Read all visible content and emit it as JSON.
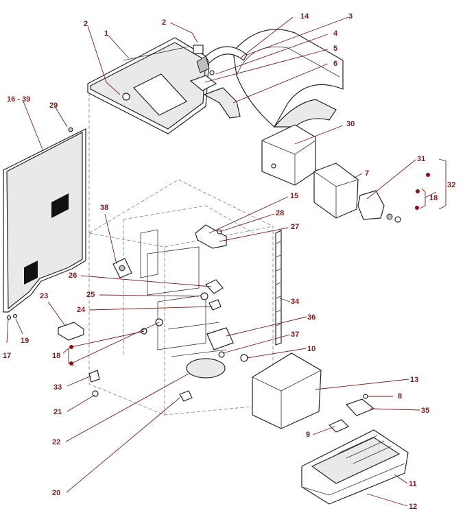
{
  "callouts": [
    {
      "id": "c1",
      "text": "1"
    },
    {
      "id": "c2a",
      "text": "2"
    },
    {
      "id": "c2b",
      "text": "2"
    },
    {
      "id": "c14",
      "text": "14"
    },
    {
      "id": "c3",
      "text": "3"
    },
    {
      "id": "c4",
      "text": "4"
    },
    {
      "id": "c5",
      "text": "5"
    },
    {
      "id": "c6",
      "text": "6"
    },
    {
      "id": "c16",
      "text": "16 - 39"
    },
    {
      "id": "c29",
      "text": "29"
    },
    {
      "id": "c30",
      "text": "30"
    },
    {
      "id": "c7",
      "text": "7"
    },
    {
      "id": "c31",
      "text": "31"
    },
    {
      "id": "c32",
      "text": "32"
    },
    {
      "id": "c18a",
      "text": "18"
    },
    {
      "id": "c38",
      "text": "38"
    },
    {
      "id": "c15",
      "text": "15"
    },
    {
      "id": "c28",
      "text": "28"
    },
    {
      "id": "c27",
      "text": "27"
    },
    {
      "id": "c26",
      "text": "26"
    },
    {
      "id": "c25",
      "text": "25"
    },
    {
      "id": "c24",
      "text": "24"
    },
    {
      "id": "c34",
      "text": "34"
    },
    {
      "id": "c23",
      "text": "23"
    },
    {
      "id": "c36",
      "text": "36"
    },
    {
      "id": "c37",
      "text": "37"
    },
    {
      "id": "c10",
      "text": "10"
    },
    {
      "id": "c17",
      "text": "17"
    },
    {
      "id": "c19",
      "text": "19"
    },
    {
      "id": "c18b",
      "text": "18"
    },
    {
      "id": "c13",
      "text": "13"
    },
    {
      "id": "c33",
      "text": "33"
    },
    {
      "id": "c8",
      "text": "8"
    },
    {
      "id": "c21",
      "text": "21"
    },
    {
      "id": "c35",
      "text": "35"
    },
    {
      "id": "c9",
      "text": "9"
    },
    {
      "id": "c22",
      "text": "22"
    },
    {
      "id": "c11",
      "text": "11"
    },
    {
      "id": "c20",
      "text": "20"
    },
    {
      "id": "c12",
      "text": "12"
    }
  ]
}
